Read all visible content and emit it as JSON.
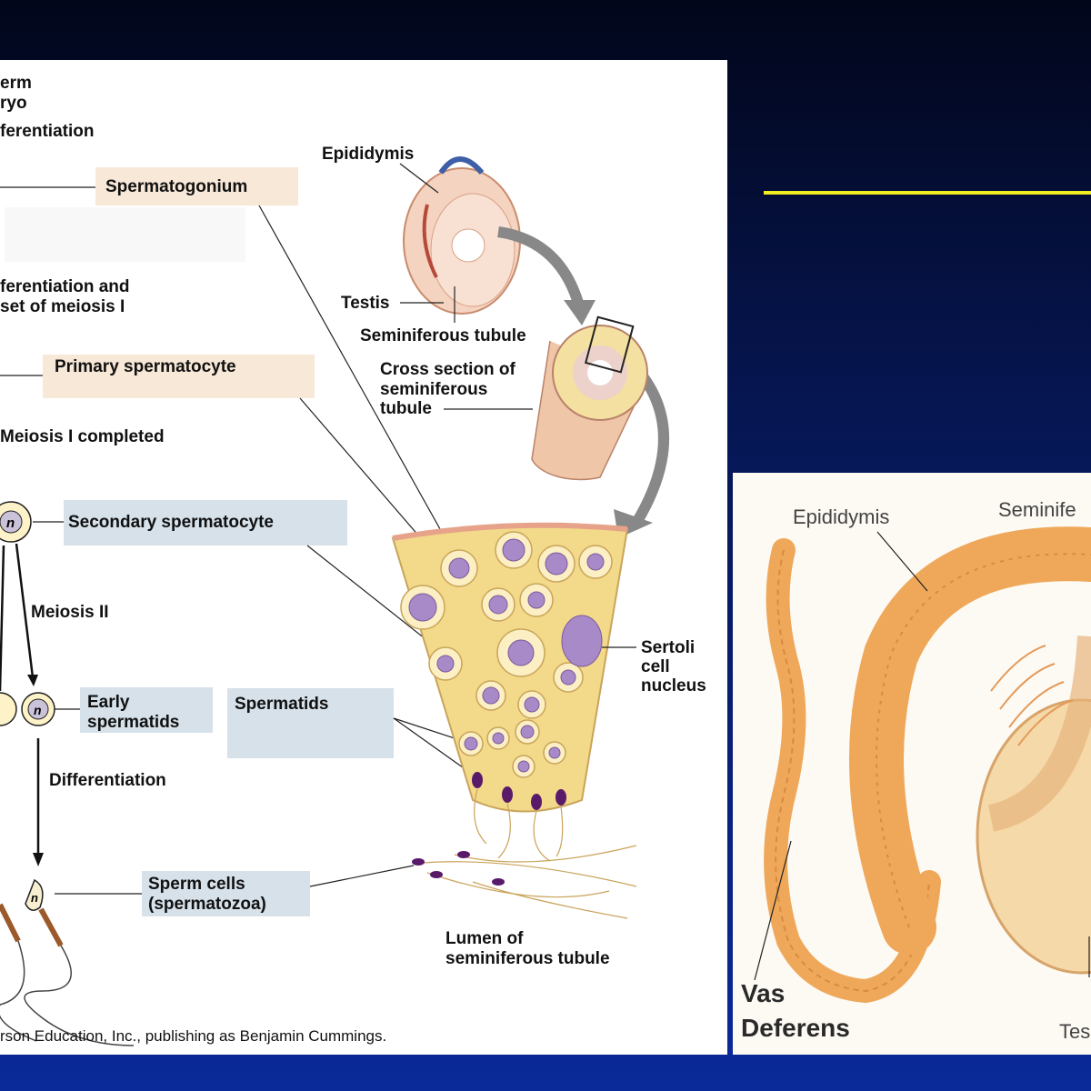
{
  "left_diagram": {
    "top_text": [
      "erm",
      "ryo"
    ],
    "step_differentiation": "ferentiation",
    "spermatogonium": "Spermatogonium",
    "differentiation_meiosis": [
      "ferentiation and",
      "set of meiosis I"
    ],
    "primary_spermatocyte": "Primary spermatocyte",
    "meiosis_i_completed": "Meiosis I completed",
    "secondary_spermatocyte": "Secondary spermatocyte",
    "meiosis_ii": "Meiosis II",
    "early_spermatids": [
      "Early",
      "spermatids"
    ],
    "spermatids": "Spermatids",
    "differentiation": "Differentiation",
    "sperm_cells": [
      "Sperm cells",
      "(spermatozoa)"
    ],
    "cell_symbol": "n",
    "epididymis": "Epididymis",
    "testis": "Testis",
    "seminiferous_tubule": "Seminiferous tubule",
    "cross_section": [
      "Cross section of",
      "seminiferous",
      "tubule"
    ],
    "sertoli": [
      "Sertoli",
      "cell",
      "nucleus"
    ],
    "lumen": [
      "Lumen of",
      "seminiferous tubule"
    ],
    "credit": "rson Education, Inc., publishing as Benjamin Cummings."
  },
  "right_diagram": {
    "epididymis": "Epididymis",
    "seminiferous": "Seminife",
    "vas_deferens": [
      "Vas",
      "Deferens"
    ],
    "testis": "Tes"
  },
  "colors": {
    "background": "#06154f",
    "accent_line": "#f2ee22",
    "tissue": "#f3d98a",
    "organ": "#efa85a"
  }
}
